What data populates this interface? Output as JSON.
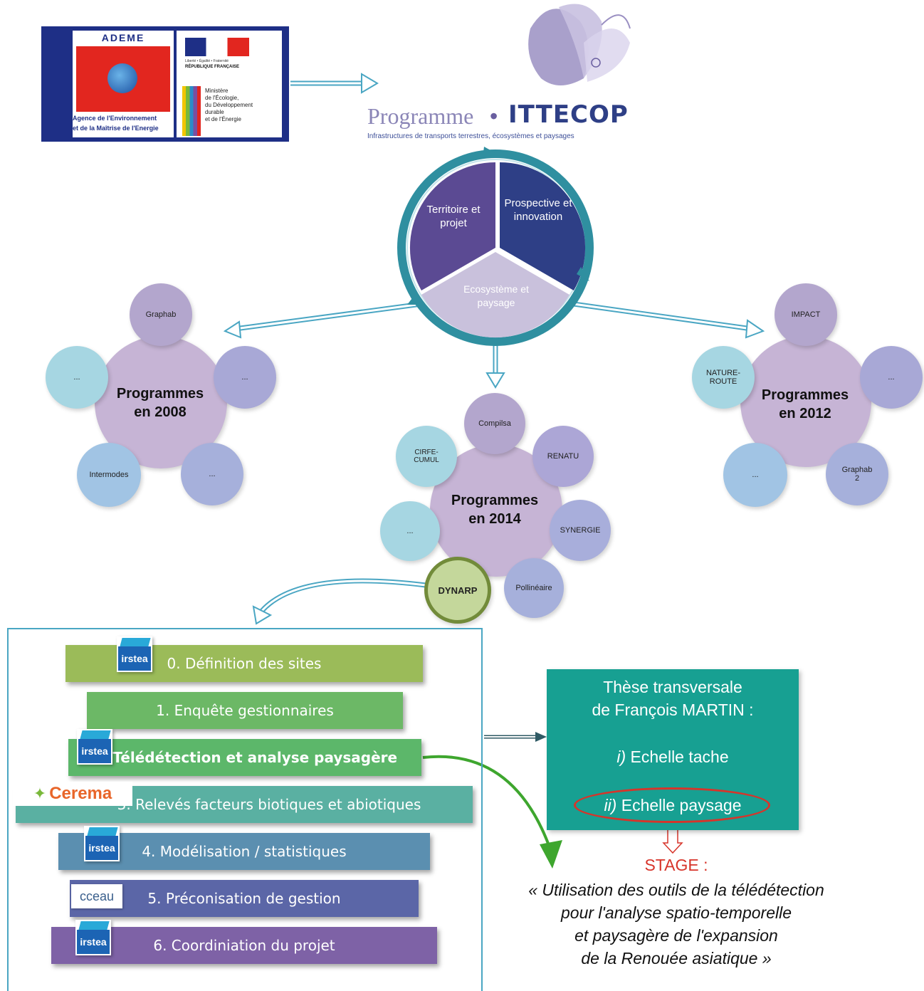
{
  "logos": {
    "ademe_title": "ADEME",
    "ademe_subtitle_1": "Agence de l'Environnement",
    "ademe_subtitle_2": "et de la Maîtrise de l'Energie",
    "republique_motto": "Liberté • Égalité • Fraternité",
    "republique_name": "RÉPUBLIQUE FRANÇAISE",
    "ministere_lines": [
      "Ministère",
      "de l'Écologie,",
      "du Développement",
      "durable",
      "et de l'Énergie"
    ],
    "program_word": "Programme",
    "program_dot": "•",
    "program_name": "ITTECOP",
    "program_subtitle": "Infrastructures de transports terrestres, écosystèmes et paysages"
  },
  "cycle": {
    "segment_1": "Territoire et projet",
    "segment_2": "Prospective et innovation",
    "segment_3": "Ecosystème et paysage"
  },
  "hubs": {
    "h2008": {
      "title_line1": "Programmes",
      "title_line2": "en 2008",
      "satellites": [
        "Graphab",
        "...",
        "...",
        "Intermodes",
        "..."
      ]
    },
    "h2014": {
      "title_line1": "Programmes",
      "title_line2": "en 2014",
      "satellites": [
        "Compilsa",
        "RENATU",
        "SYNERGIE",
        "Pollinéaire",
        "DYNARP",
        "...",
        "CIRFE-CUMUL"
      ]
    },
    "h2012": {
      "title_line1": "Programmes",
      "title_line2": "en 2012",
      "satellites": [
        "IMPACT",
        "...",
        "Graphab 2",
        "...",
        "NATURE-ROUTE"
      ]
    }
  },
  "steps": [
    {
      "label": "0. Définition des sites"
    },
    {
      "label": "1. Enquête gestionnaires"
    },
    {
      "label": "2. Télédétection et analyse paysagère"
    },
    {
      "label": "3. Relevés facteurs biotiques et abiotiques"
    },
    {
      "label": "4. Modélisation / statistiques"
    },
    {
      "label": "5. Préconisation de gestion"
    },
    {
      "label": "6. Coordiniation du projet"
    }
  ],
  "partner_logos": {
    "irstea": "irstea",
    "cerema": "Cerema",
    "cceau": "cceau"
  },
  "these": {
    "line1": "Thèse transversale",
    "line2": "de François MARTIN :",
    "item1_num": "i)",
    "item1_text": " Echelle tache",
    "item2_num": "ii)",
    "item2_text": " Echelle paysage"
  },
  "stage": {
    "title": "STAGE :",
    "line1": "« Utilisation des outils de la télédétection",
    "line2": "pour l'analyse spatio-temporelle",
    "line3": "et paysagère de l'expansion",
    "line4": "de la Renouée asiatique »"
  },
  "colors": {
    "cycle_ring": "#2f8fa0",
    "territoire": "#5b4a93",
    "prospective": "#2e3f86",
    "ecosysteme": "#c9c1dc",
    "hub": "#c6b4d5",
    "these_box": "#17a092",
    "stage_red": "#d7342a",
    "dynarp": "#c4d79b"
  }
}
